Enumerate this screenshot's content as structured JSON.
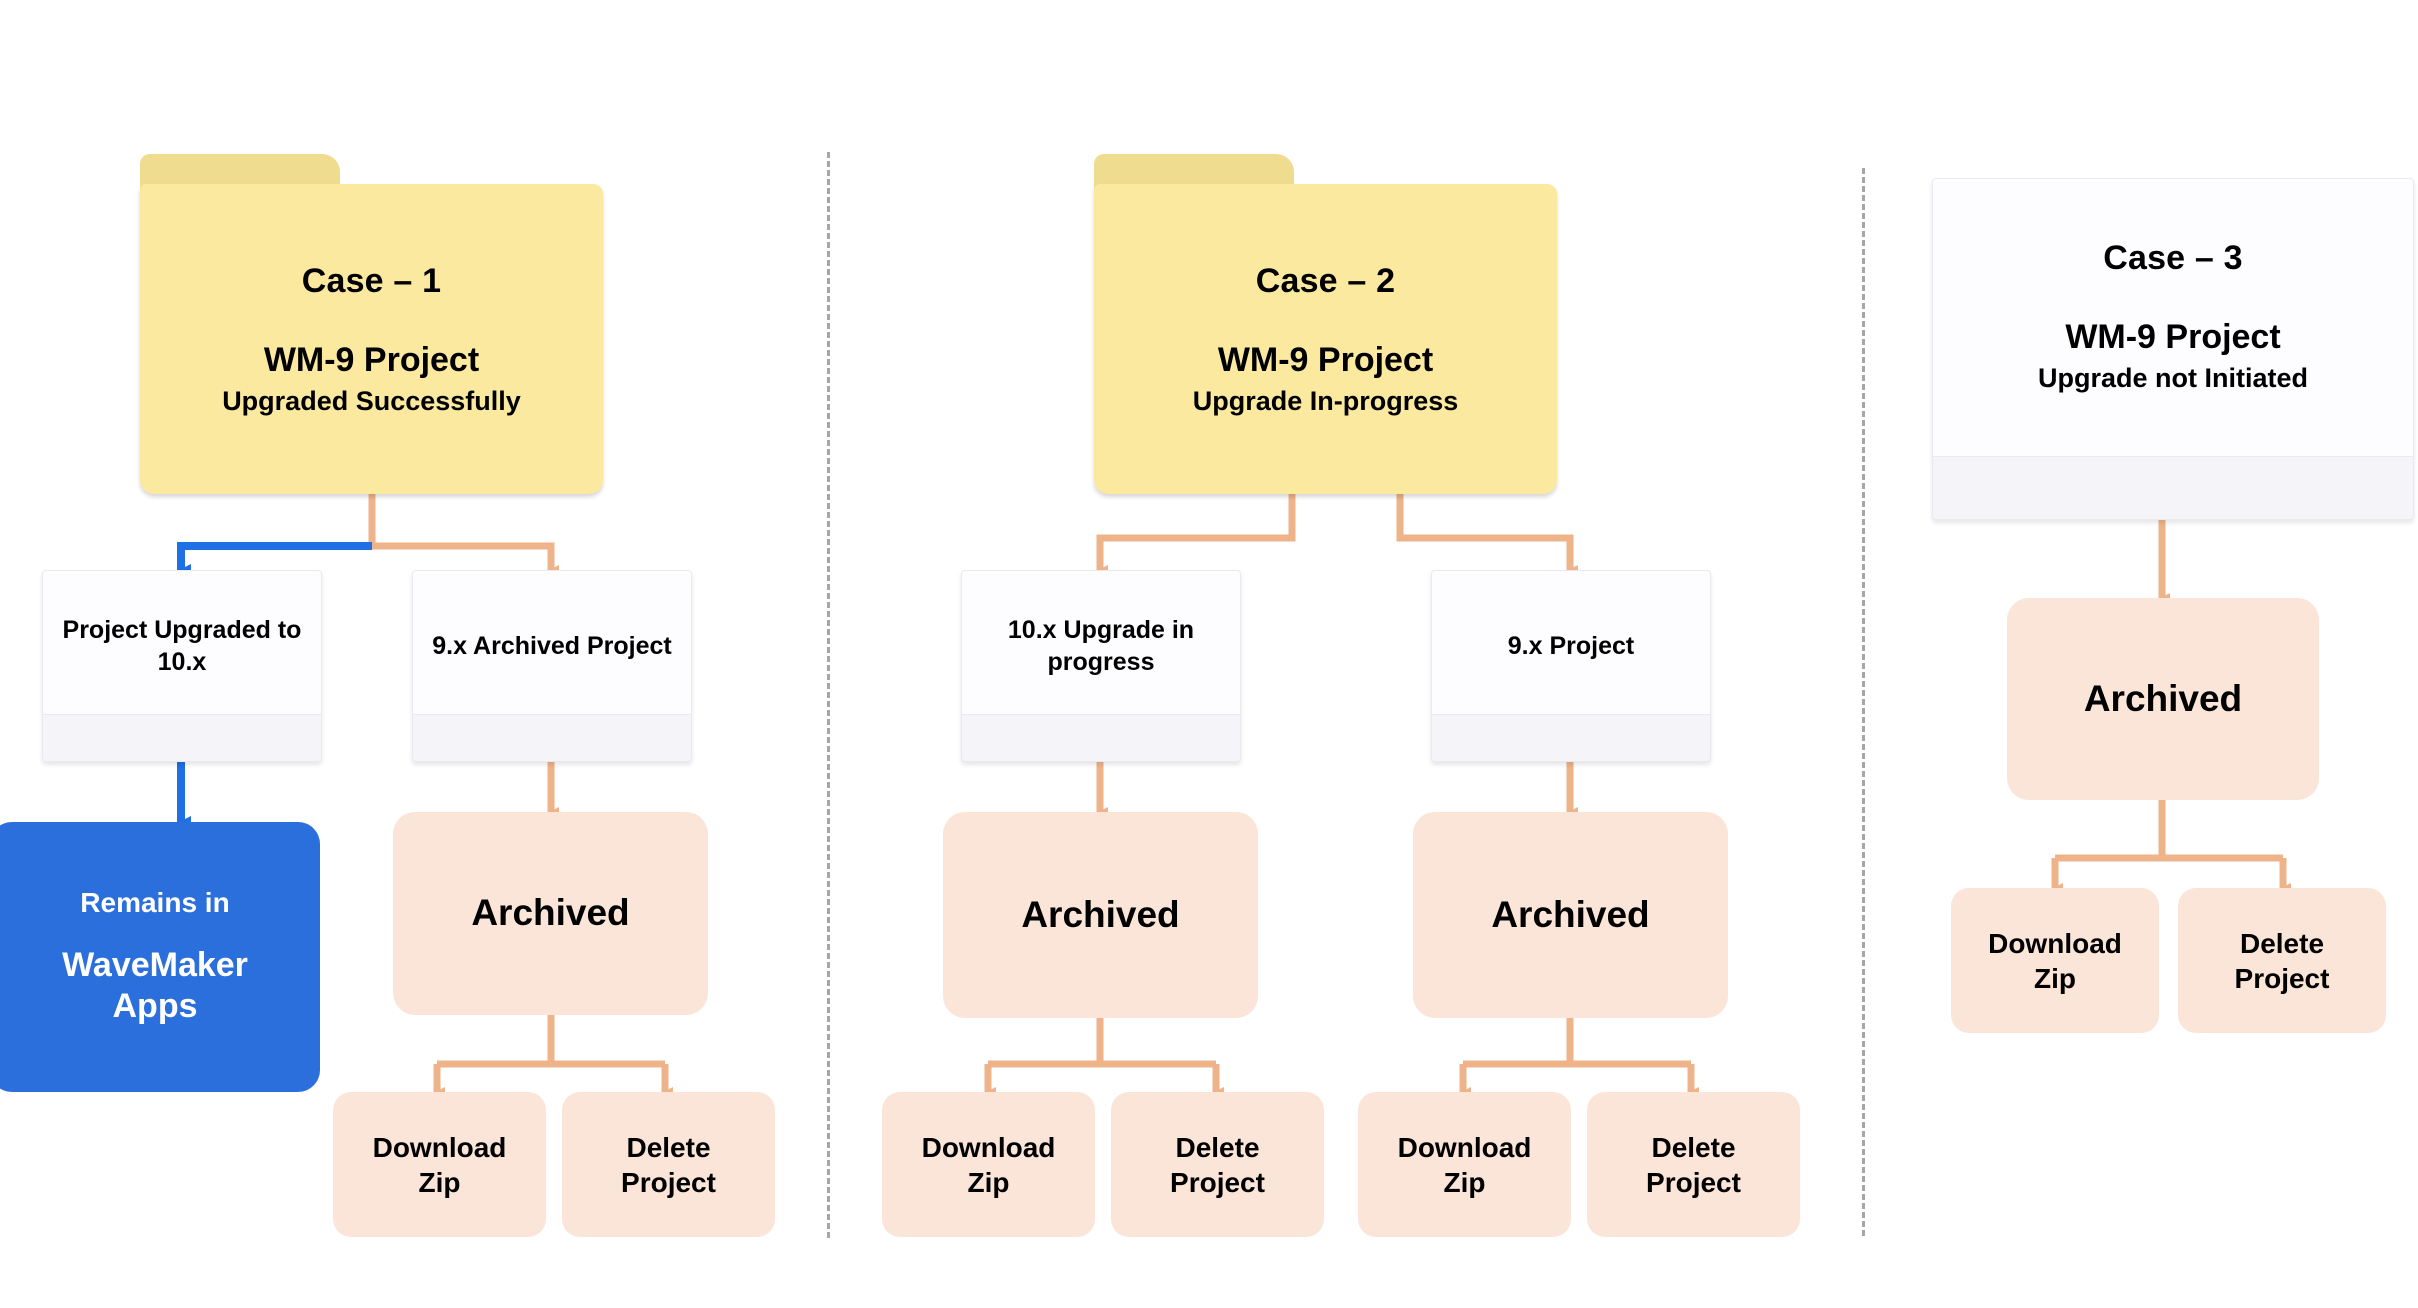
{
  "meta": {
    "diagram_title": "WaveMaker WM-9 Project Upgrade Cases",
    "colors": {
      "folder_body": "#fbe9a0",
      "folder_tab": "#f0dc8e",
      "peach_box": "#fae5d8",
      "connector_orange": "#eeb389",
      "connector_blue": "#1f6fe5",
      "blue_box": "#2a6fdb",
      "card_white": "#fdfdff",
      "card_footer": "#f4f4f9",
      "divider_gray": "#a6a6a6",
      "text_black": "#000000",
      "text_white": "#ffffff"
    }
  },
  "cases": [
    {
      "id": "case-1",
      "header": {
        "shape": "folder",
        "case_label": "Case – 1",
        "project_title": "WM-9 Project",
        "project_status": "Upgraded Successfully"
      },
      "children": [
        {
          "id": "c1-upgraded",
          "shape": "card",
          "label": "Project Upgraded to 10.x"
        },
        {
          "id": "c1-archived-project",
          "shape": "card",
          "label": "9.x Archived Project"
        }
      ],
      "blue_box": {
        "id": "c1-remains",
        "line1": "Remains in",
        "line2": "WaveMaker Apps"
      },
      "archived": {
        "id": "c1-archived",
        "shape": "peach",
        "label": "Archived"
      },
      "actions": [
        {
          "id": "c1-download",
          "label": "Download Zip"
        },
        {
          "id": "c1-delete",
          "label": "Delete Project"
        }
      ]
    },
    {
      "id": "case-2",
      "header": {
        "shape": "folder",
        "case_label": "Case – 2",
        "project_title": "WM-9 Project",
        "project_status": "Upgrade In-progress"
      },
      "children": [
        {
          "id": "c2-inprogress",
          "shape": "card",
          "label": "10.x Upgrade in progress"
        },
        {
          "id": "c2-9x",
          "shape": "card",
          "label": "9.x Project"
        }
      ],
      "archived_left": {
        "id": "c2-archived-left",
        "shape": "peach",
        "label": "Archived"
      },
      "archived_right": {
        "id": "c2-archived-right",
        "shape": "peach",
        "label": "Archived"
      },
      "actions_left": [
        {
          "id": "c2-download-left",
          "label": "Download Zip"
        },
        {
          "id": "c2-delete-left",
          "label": "Delete Project"
        }
      ],
      "actions_right": [
        {
          "id": "c2-download-right",
          "label": "Download Zip"
        },
        {
          "id": "c2-delete-right",
          "label": "Delete Project"
        }
      ]
    },
    {
      "id": "case-3",
      "header": {
        "shape": "card",
        "case_label": "Case – 3",
        "project_title": "WM-9 Project",
        "project_status": "Upgrade not Initiated"
      },
      "archived": {
        "id": "c3-archived",
        "shape": "peach",
        "label": "Archived"
      },
      "actions": [
        {
          "id": "c3-download",
          "label": "Download Zip"
        },
        {
          "id": "c3-delete",
          "label": "Delete Project"
        }
      ]
    }
  ]
}
